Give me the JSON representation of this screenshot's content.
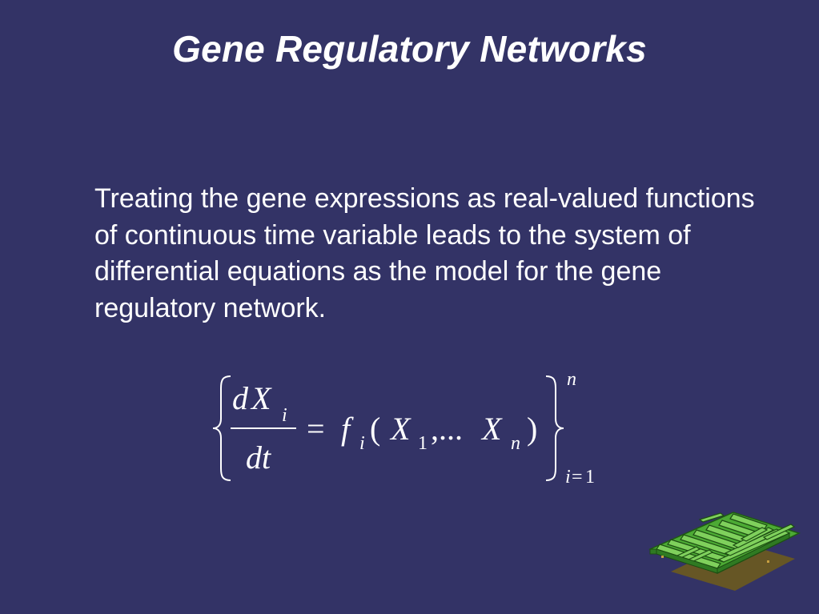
{
  "slide": {
    "title": "Gene Regulatory Networks",
    "body": "Treating the gene expressions as real-valued functions of continuous time variable leads to the system of differential equations as the model for the gene regulatory network.",
    "colors": {
      "background": "#333366",
      "text": "#ffffff",
      "maze_green": "#3a9a2a"
    },
    "decoration_icon": "green-maze-clipart",
    "equation": {
      "numerator_d": "d",
      "numerator_X": "X",
      "numerator_sub": "i",
      "denominator": "dt",
      "equals": "=",
      "func": "f",
      "func_sub": "i",
      "open_paren": "(",
      "X1": "X",
      "X1_sub": "1",
      "ellipsis": ",...",
      "Xn": "X",
      "Xn_sub": "n",
      "close_paren": ")",
      "upper_index": "n",
      "lower_index_var": "i",
      "lower_index_eq": "=",
      "lower_index_val": "1"
    }
  }
}
